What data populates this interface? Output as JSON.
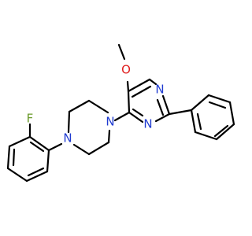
{
  "diagram": {
    "type": "chemical-structure",
    "colors": {
      "bond": "#000000",
      "nitrogen": "#1f3bd1",
      "oxygen": "#e02020",
      "fluorine": "#6a9a2a",
      "background": "#ffffff"
    },
    "atom_labels": {
      "oxygen_methoxy": "O",
      "nitrogen_pyrimidine_1": "N",
      "nitrogen_pyrimidine_3": "N",
      "nitrogen_piperazine_1": "N",
      "nitrogen_piperazine_4": "N",
      "fluorine": "F"
    }
  }
}
